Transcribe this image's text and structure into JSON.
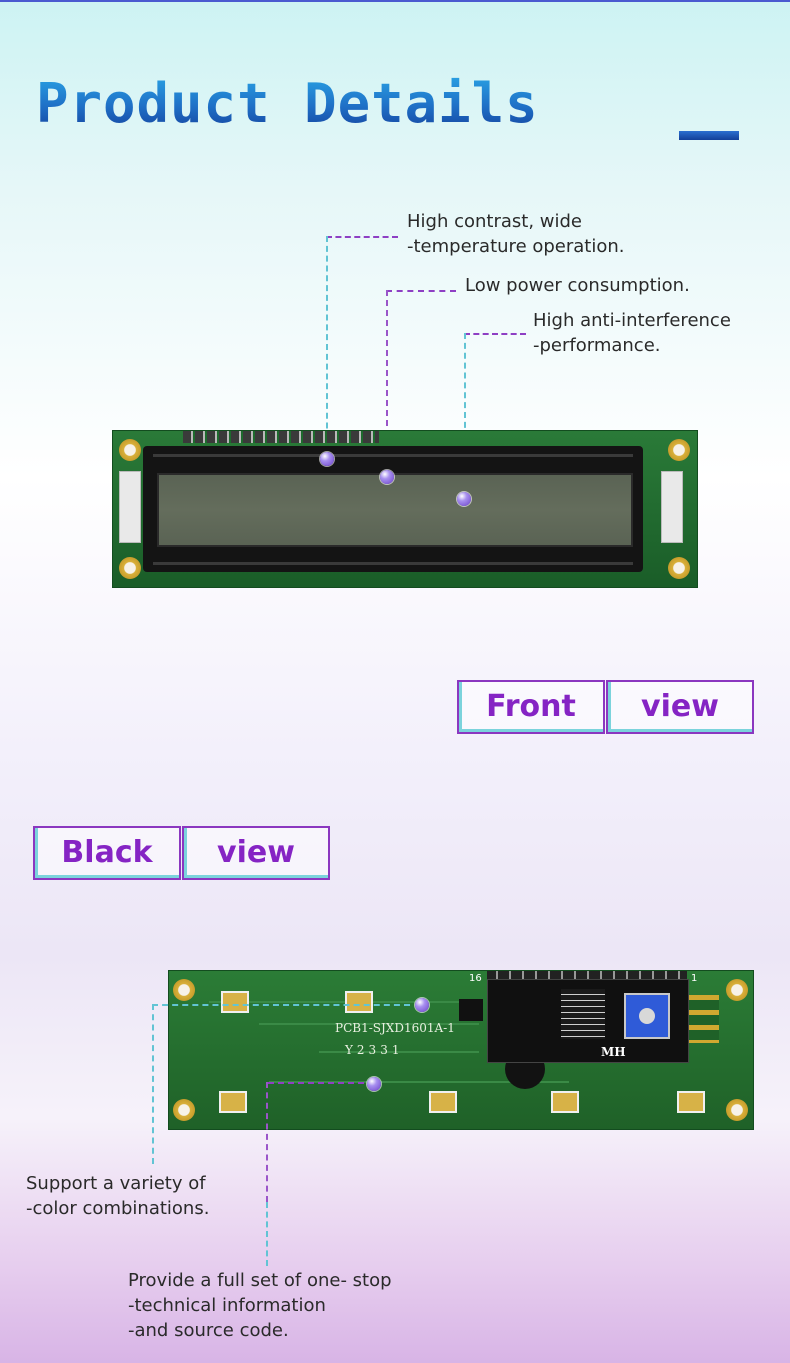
{
  "header": {
    "title": "Product Details"
  },
  "front": {
    "callouts": [
      {
        "text": "High contrast, wide\n-temperature operation."
      },
      {
        "text": "Low power consumption."
      },
      {
        "text": "High anti-interference\n-performance."
      }
    ],
    "badge": {
      "left": "Front",
      "right": "view"
    }
  },
  "back": {
    "badge": {
      "left": "Black",
      "right": "view"
    },
    "board_text": {
      "part": "PCB1-SJXD1601A-1",
      "code": "Y2331",
      "pin_first": "16",
      "pin_last": "1",
      "brand": "MH"
    },
    "callouts": [
      {
        "text": "Support a variety of\n-color combinations."
      },
      {
        "text": "Provide a full set of one- stop\n-technical information\n-and source code."
      }
    ]
  },
  "colors": {
    "accent": "#8524c4",
    "title": "#1a72c0",
    "pcb": "#1f6128"
  }
}
